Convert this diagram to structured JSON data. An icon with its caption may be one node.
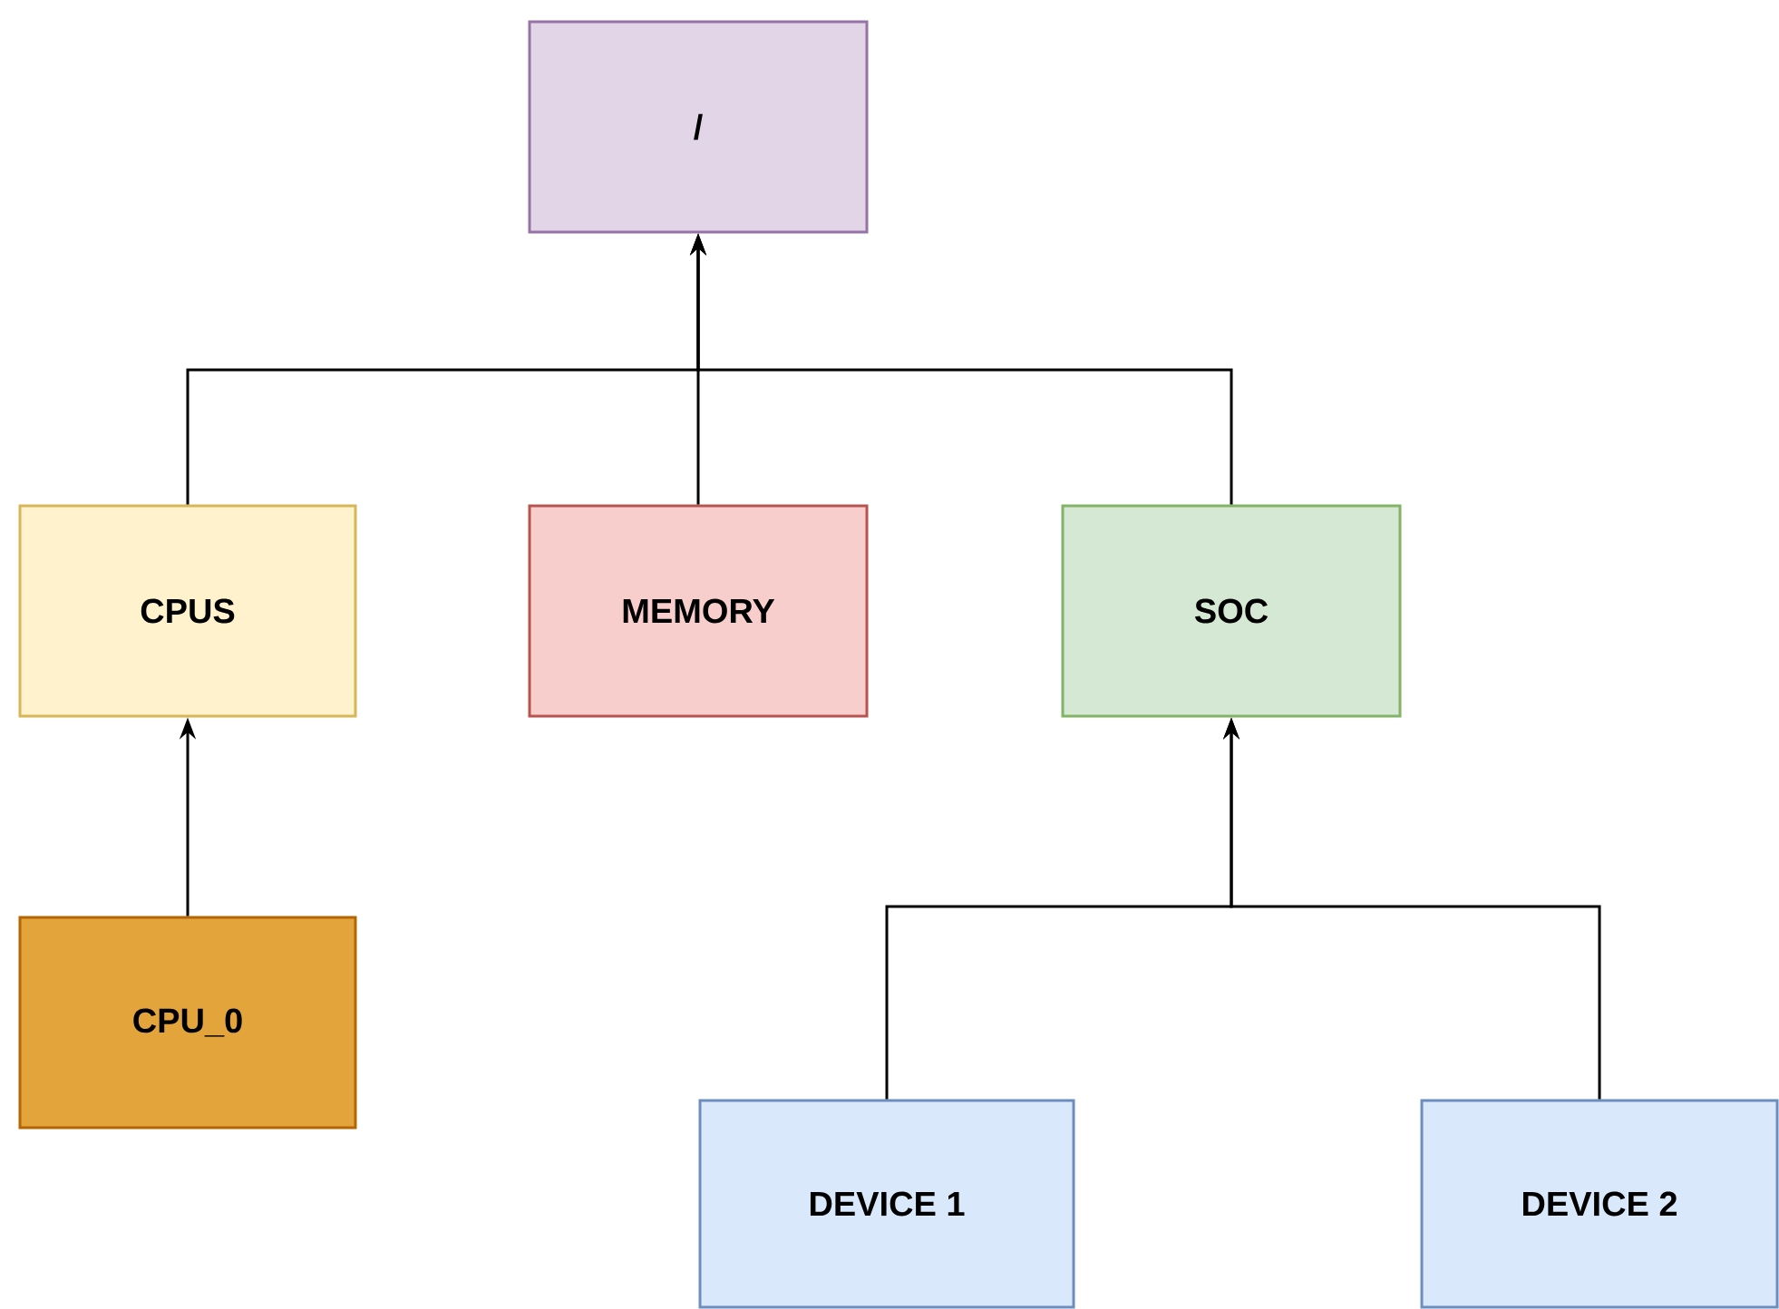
{
  "diagram": {
    "nodes": [
      {
        "text": [
          "/"
        ]
      },
      {
        "text": [
          "CPUS"
        ]
      },
      {
        "text": [
          "MEMORY"
        ]
      },
      {
        "text": [
          "SOC"
        ]
      },
      {
        "text": [
          "CPU_0"
        ]
      },
      {
        "text": [
          "DEVICE 1"
        ]
      },
      {
        "text": [
          "DEVICE 2"
        ]
      }
    ],
    "edges": [
      {
        "from": 1,
        "to": 0,
        "arrow": "to"
      },
      {
        "from": 2,
        "to": 0,
        "arrow": "to"
      },
      {
        "from": 3,
        "to": 0,
        "arrow": "to"
      },
      {
        "from": 4,
        "to": 1,
        "arrow": "to"
      },
      {
        "from": 5,
        "to": 3,
        "arrow": "to"
      },
      {
        "from": 6,
        "to": 3,
        "arrow": "to"
      }
    ]
  }
}
